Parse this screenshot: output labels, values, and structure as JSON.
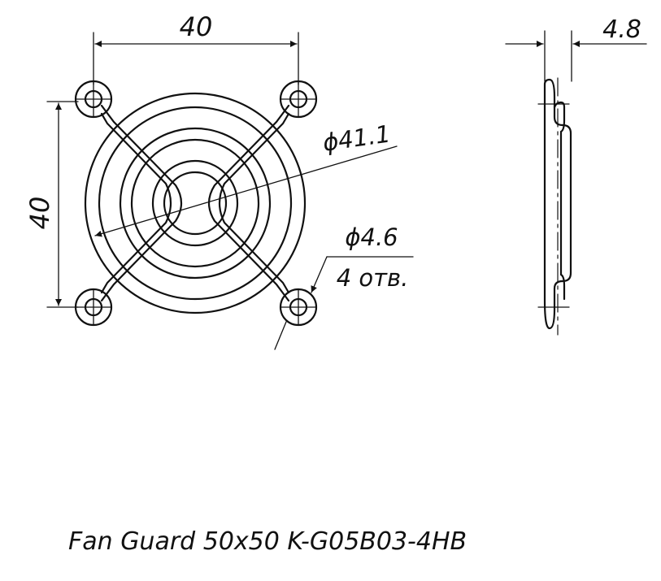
{
  "dimensions": {
    "top_width": "40",
    "left_height": "40",
    "thickness": "4.8",
    "outer_diameter": "ϕ41.1",
    "hole_diameter": "ϕ4.6",
    "hole_count": "4 отв."
  },
  "caption": "Fan Guard 50x50 K-G05B03-4HB",
  "colors": {
    "line": "#111111",
    "background": "#ffffff"
  }
}
